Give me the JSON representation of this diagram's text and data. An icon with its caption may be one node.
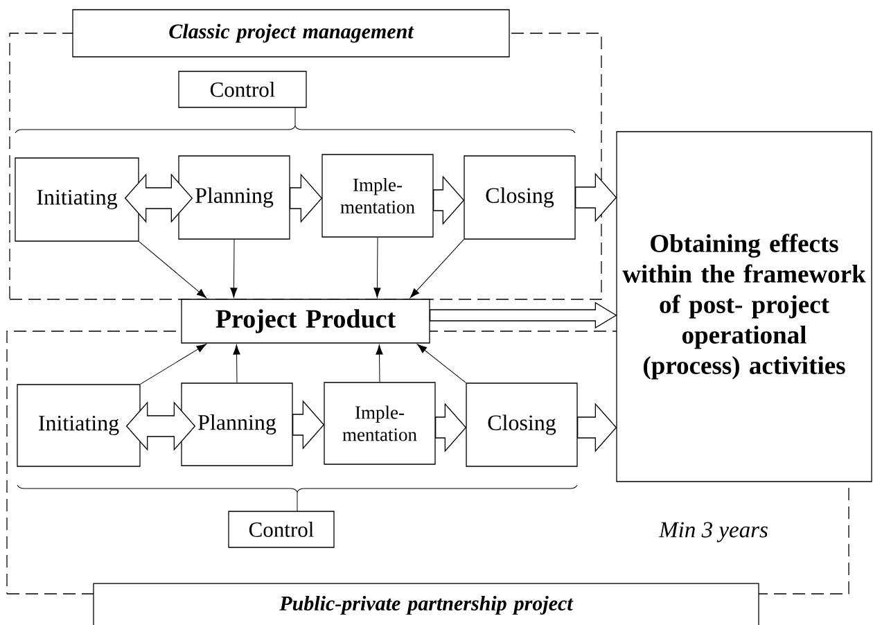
{
  "diagram": {
    "nodes": [
      {
        "text": [],
        "shape": "box"
      },
      {
        "text": [
          "Classic project management"
        ]
      },
      {
        "text": [
          "Control"
        ],
        "in": 0
      },
      {
        "text": [
          "Initiating"
        ],
        "in": 0
      },
      {
        "text": [
          "Planning"
        ],
        "in": 0
      },
      {
        "text": [
          "Imple- mentation"
        ],
        "in": 0
      },
      {
        "text": [
          "Closing"
        ],
        "in": 0
      },
      {
        "text": [
          "Project Product"
        ]
      },
      {
        "text": [
          "Obtaining effects within the framework of post- project operational (process) activities"
        ]
      },
      {
        "text": [],
        "shape": "box"
      },
      {
        "text": [
          "Initiating"
        ],
        "in": 9
      },
      {
        "text": [
          "Planning"
        ],
        "in": 9
      },
      {
        "text": [
          "Imple- mentation"
        ],
        "in": 9
      },
      {
        "text": [
          "Closing"
        ],
        "in": 9
      },
      {
        "text": [
          "Control"
        ],
        "in": 9
      },
      {
        "text": [
          "Public-private partnership project"
        ]
      }
    ],
    "edges": [
      {
        "from": 3,
        "to": 4,
        "arrow": "both",
        "style": "thick"
      },
      {
        "from": 4,
        "to": 5,
        "arrow": "to",
        "style": "thick"
      },
      {
        "from": 5,
        "to": 6,
        "arrow": "to",
        "style": "thick"
      },
      {
        "from": 6,
        "to": 8,
        "arrow": "to",
        "style": "thick"
      },
      {
        "from": 3,
        "to": 7,
        "arrow": "to"
      },
      {
        "from": 4,
        "to": 7,
        "arrow": "to"
      },
      {
        "from": 5,
        "to": 7,
        "arrow": "to"
      },
      {
        "from": 6,
        "to": 7,
        "arrow": "to"
      },
      {
        "from": 7,
        "to": 8,
        "arrow": "to",
        "style": "thick"
      },
      {
        "from": 10,
        "to": 7,
        "arrow": "to"
      },
      {
        "from": 11,
        "to": 7,
        "arrow": "to"
      },
      {
        "from": 12,
        "to": 7,
        "arrow": "to"
      },
      {
        "from": 13,
        "to": 7,
        "arrow": "to"
      },
      {
        "from": 10,
        "to": 11,
        "arrow": "both",
        "style": "thick"
      },
      {
        "from": 11,
        "to": 12,
        "arrow": "to",
        "style": "thick"
      },
      {
        "from": 12,
        "to": 13,
        "arrow": "to",
        "style": "thick"
      },
      {
        "from": 13,
        "to": 8,
        "arrow": "to",
        "style": "thick"
      }
    ],
    "labels": [
      "Min 3 years"
    ]
  }
}
